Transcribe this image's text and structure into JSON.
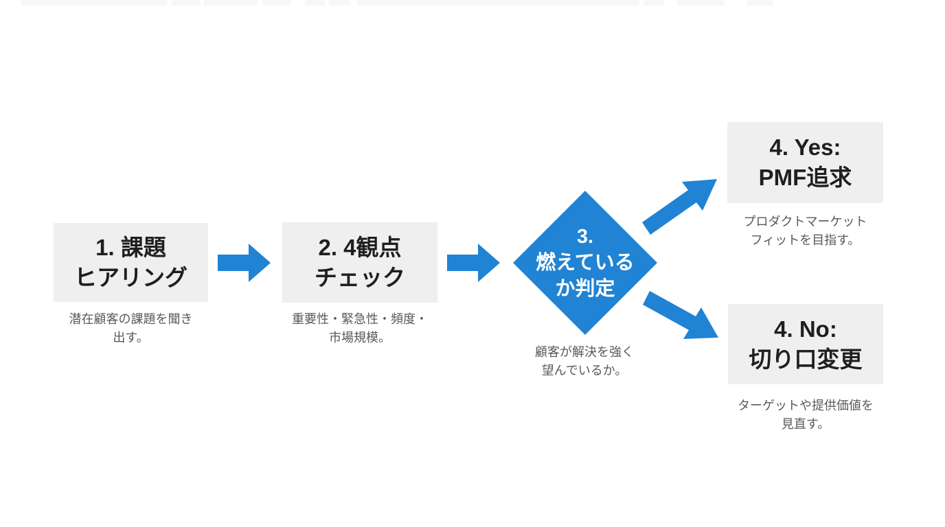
{
  "palette": {
    "accent_blue": "#2083d3",
    "box_gray": "#efefef",
    "title_text": "#1f1f1f",
    "caption_text": "#595959",
    "diamond_text": "#ffffff",
    "background": "#ffffff"
  },
  "flow": {
    "step1": {
      "title_line1": "1. 課題",
      "title_line2": "ヒアリング",
      "caption_line1": "潜在顧客の課題を聞き",
      "caption_line2": "出す。"
    },
    "step2": {
      "title_line1": "2. 4観点",
      "title_line2": "チェック",
      "caption_line1": "重要性・緊急性・頻度・",
      "caption_line2": "市場規模。"
    },
    "decision": {
      "title_line1": "3.",
      "title_line2": "燃えている",
      "title_line3": "か判定",
      "caption_line1": "顧客が解決を強く",
      "caption_line2": "望んでいるか。"
    },
    "yes": {
      "title_line1": "4. Yes:",
      "title_line2": "PMF追求",
      "caption_line1": "プロダクトマーケット",
      "caption_line2": "フィットを目指す。"
    },
    "no": {
      "title_line1": "4. No:",
      "title_line2": "切り口変更",
      "caption_line1": "ターゲットや提供価値を",
      "caption_line2": "見直す。"
    }
  }
}
